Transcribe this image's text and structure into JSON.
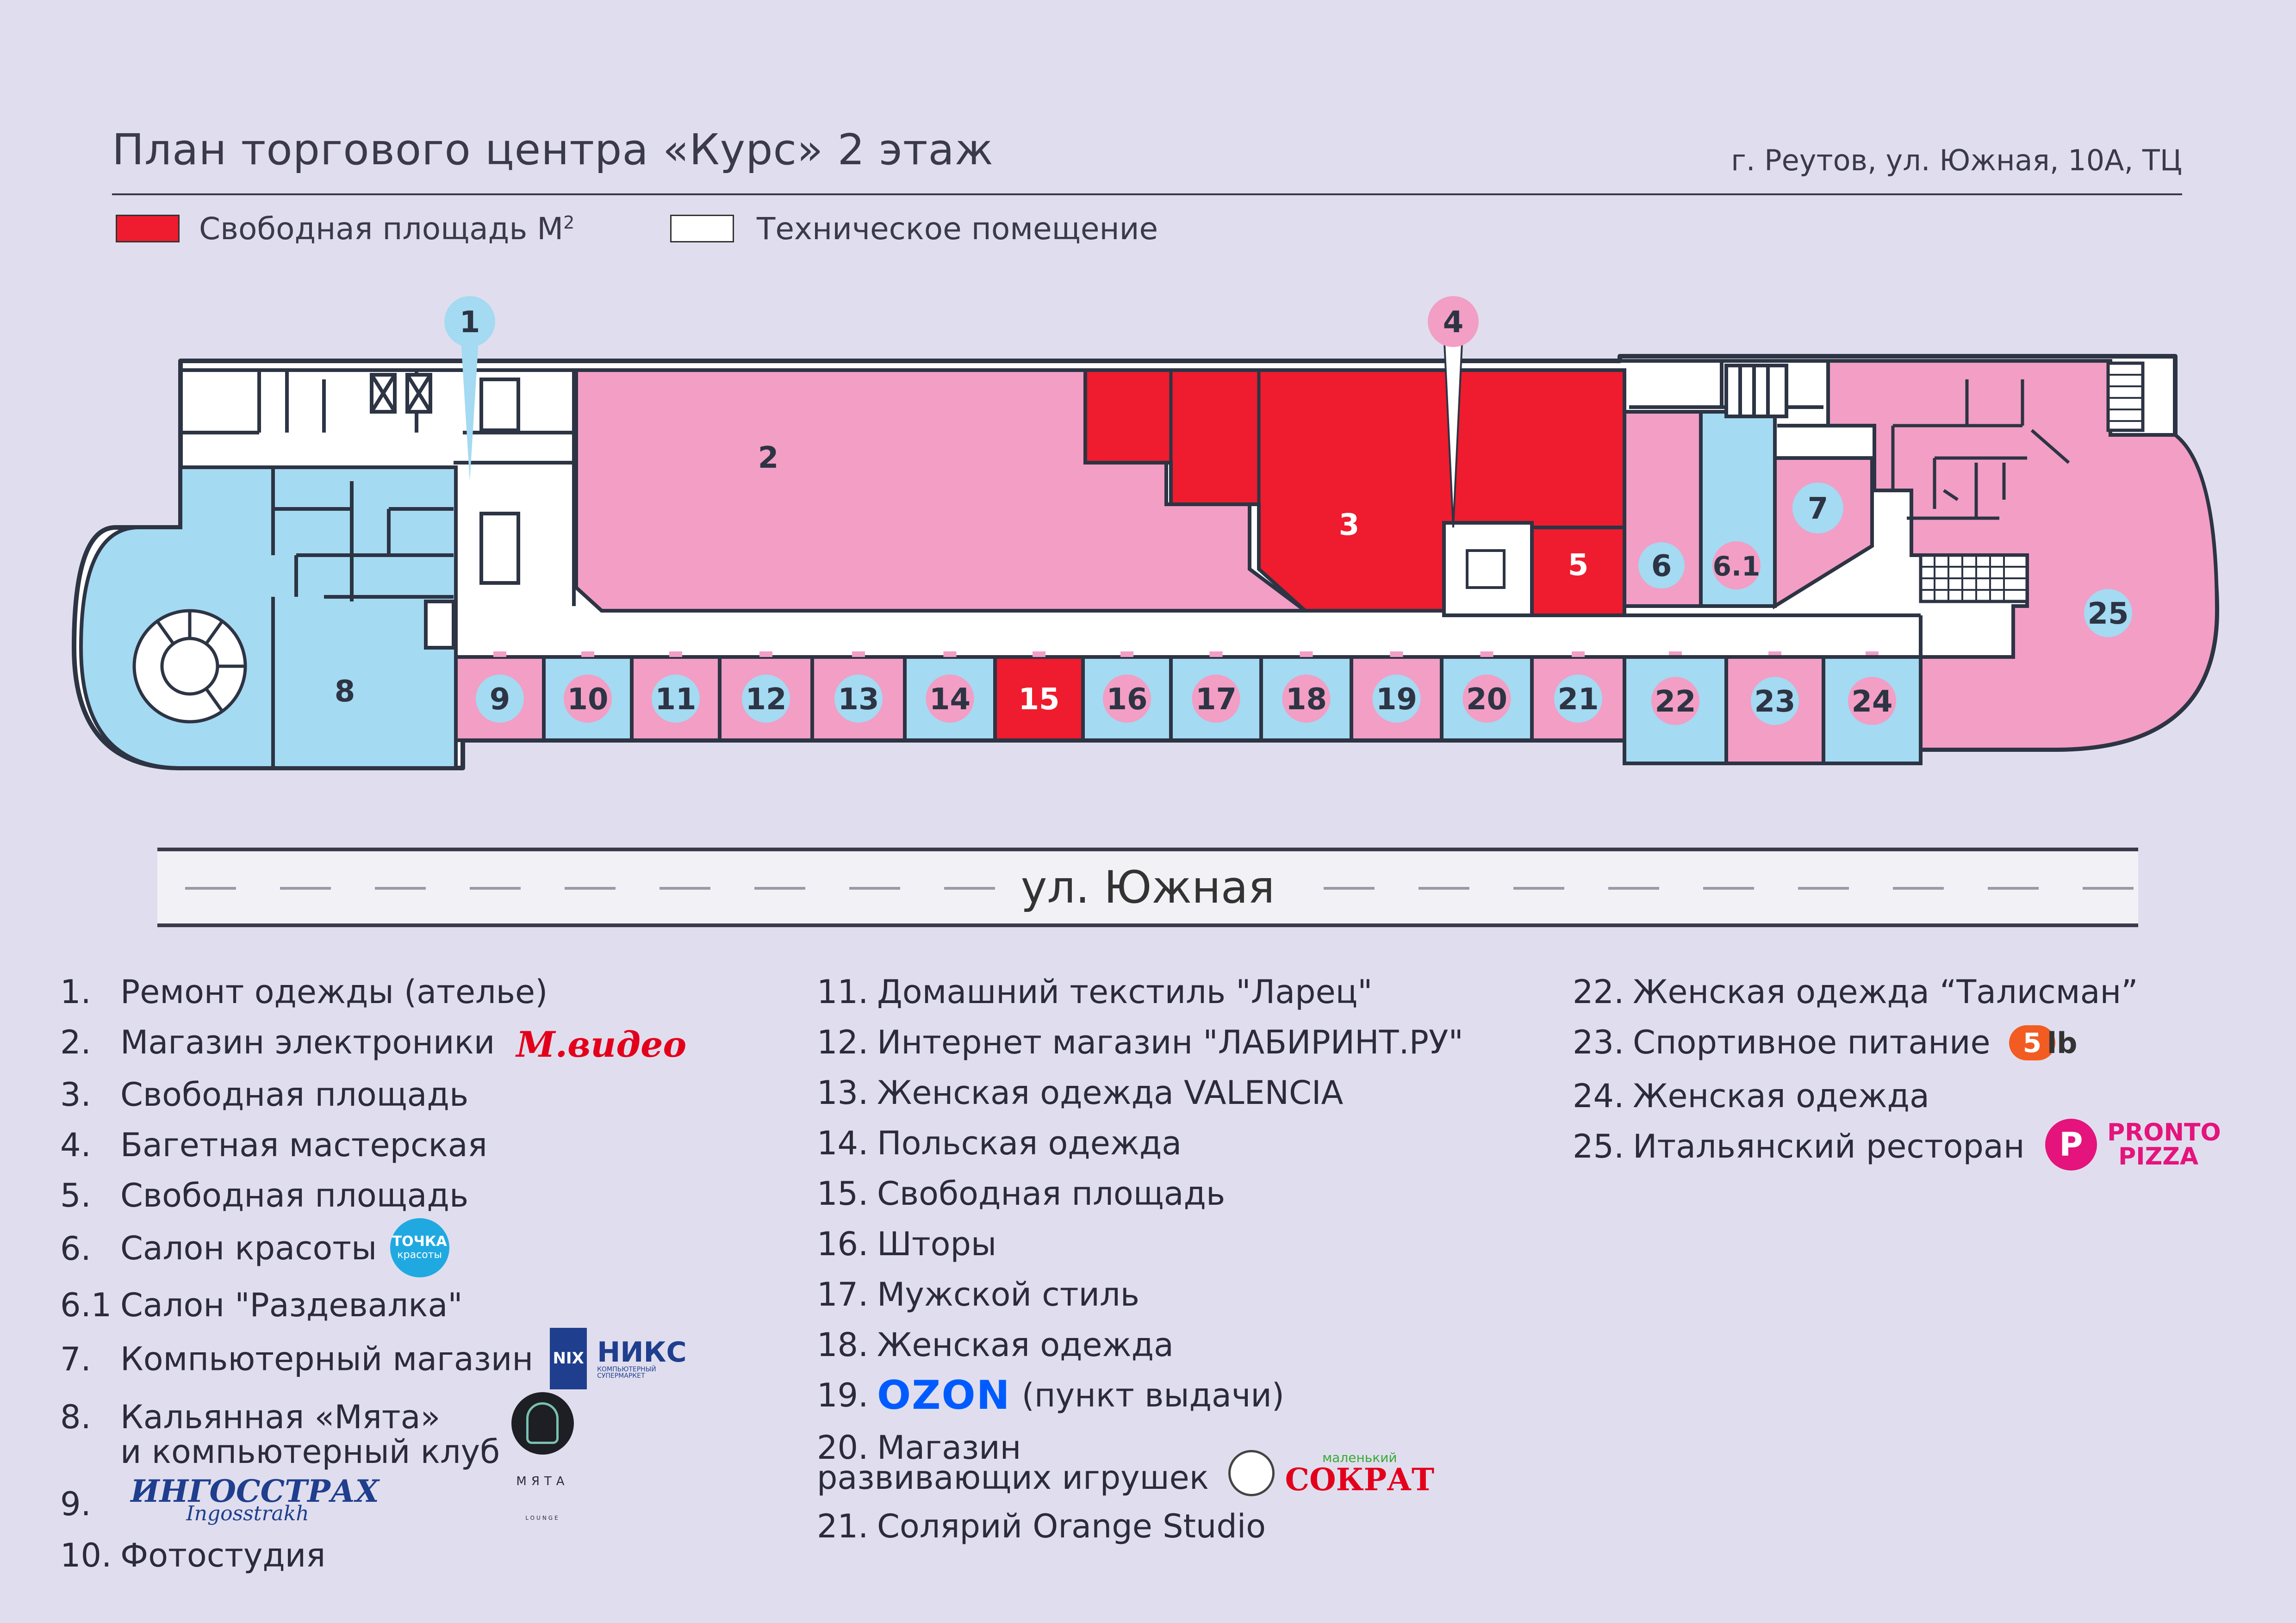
{
  "header": {
    "title": "План торгового центра «Курс»  2 этаж",
    "address": "г. Реутов, ул. Южная, 10А, ТЦ"
  },
  "legend": {
    "free_area": "Свободная площадь М",
    "free_area_sup": "2",
    "technical": "Техническое помещение"
  },
  "colors": {
    "free": "#ee1c2e",
    "pink": "#f29ec5",
    "blue": "#a4daf2",
    "white": "#ffffff",
    "background": "#e0deee",
    "outline": "#2d3444"
  },
  "map_labels": {
    "u1": "1",
    "u2": "2",
    "u3": "3",
    "u4": "4",
    "u5": "5",
    "u6": "6",
    "u61": "6.1",
    "u7": "7",
    "u8": "8",
    "u9": "9",
    "u10": "10",
    "u11": "11",
    "u12": "12",
    "u13": "13",
    "u14": "14",
    "u15": "15",
    "u16": "16",
    "u17": "17",
    "u18": "18",
    "u19": "19",
    "u20": "20",
    "u21": "21",
    "u22": "22",
    "u23": "23",
    "u24": "24",
    "u25": "25"
  },
  "street": "ул. Южная",
  "directory": {
    "col1": [
      {
        "n": "1.",
        "text": "Ремонт одежды (ателье)"
      },
      {
        "n": "2.",
        "text": "Магазин электроники",
        "logo": "М.видео"
      },
      {
        "n": "3.",
        "text": "Свободная площадь"
      },
      {
        "n": "4.",
        "text": "Багетная мастерская"
      },
      {
        "n": "5.",
        "text": "Свободная площадь"
      },
      {
        "n": "6.",
        "text": "Салон красоты",
        "logo_top": "ТОЧКА",
        "logo_bottom": "красоты"
      },
      {
        "n": "6.1",
        "text": "Салон \"Раздевалка\""
      },
      {
        "n": "7.",
        "text": "Компьютерный магазин",
        "logo": "НИКС",
        "logo_sub": "КОМПЬЮТЕРНЫЙ СУПЕРМАРКЕТ",
        "logo_mark": "NIX"
      },
      {
        "n": "8.",
        "text": "Кальянная «Мята»",
        "text2": "и компьютерный клуб",
        "logo": "МЯТА",
        "logo_sub": "LOUNGE"
      },
      {
        "n": "9.",
        "logo": "ИНГОССТРАХ",
        "logo_sub": "Ingosstrakh"
      },
      {
        "n": "10.",
        "text": "Фотостудия"
      }
    ],
    "col2": [
      {
        "n": "11.",
        "text": "Домашний текстиль \"Ларец\""
      },
      {
        "n": "12.",
        "text": "Интернет магазин \"ЛАБИРИНТ.РУ\""
      },
      {
        "n": "13.",
        "text": "Женская одежда VALENCIA"
      },
      {
        "n": "14.",
        "text": "Польская одежда"
      },
      {
        "n": "15.",
        "text": "Свободная площадь"
      },
      {
        "n": "16.",
        "text": "Шторы"
      },
      {
        "n": "17.",
        "text": "Мужской стиль"
      },
      {
        "n": "18.",
        "text": "Женская одежда"
      },
      {
        "n": "19.",
        "logo": "OZON",
        "text": "(пункт выдачи)"
      },
      {
        "n": "20.",
        "text": "Магазин",
        "text2": "развивающих игрушек",
        "logo_top": "маленький",
        "logo": "СОКРАТ"
      },
      {
        "n": "21.",
        "text": "Солярий Orange Studio"
      }
    ],
    "col3": [
      {
        "n": "22.",
        "text": "Женская одежда “Талисман”"
      },
      {
        "n": "23.",
        "text": "Спортивное питание",
        "logo_mark": "5",
        "logo": "lb"
      },
      {
        "n": "24.",
        "text": "Женская одежда"
      },
      {
        "n": "25.",
        "text": "Итальянский ресторан",
        "logo_mark": "P",
        "logo": "PRONTO",
        "logo_sub": "PIZZA"
      }
    ]
  }
}
